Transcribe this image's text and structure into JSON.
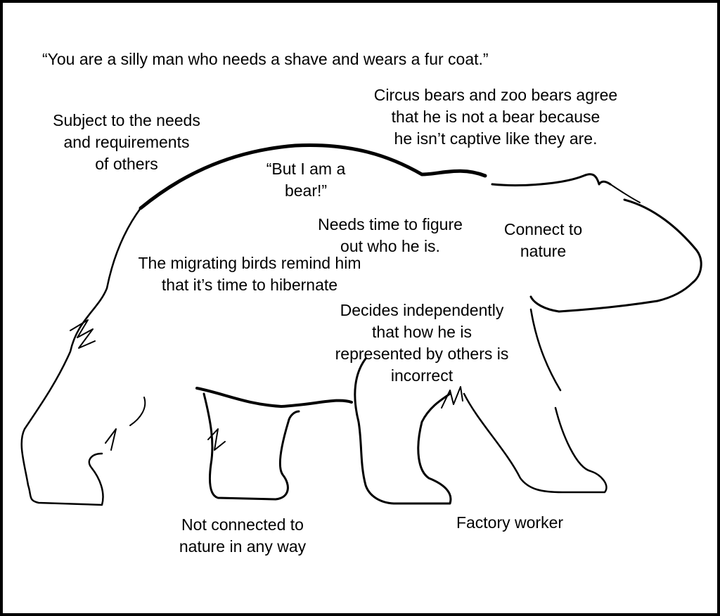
{
  "quote": "“You are a silly man who needs a shave and wears a fur coat.”",
  "labels": {
    "circus": [
      "Circus bears and zoo bears agree",
      "that he is not a bear because",
      "he isn’t captive like they are."
    ],
    "subject": [
      "Subject to the needs",
      "and requirements",
      "of others"
    ],
    "but_bear": [
      "“But I am a",
      "bear!”"
    ],
    "needs_time": [
      "Needs time to figure",
      "out who he is."
    ],
    "connect": [
      "Connect to",
      "nature"
    ],
    "migrating": [
      "The migrating birds remind him",
      "that it’s time to hibernate"
    ],
    "decides": [
      "Decides independently",
      "that how he is",
      "represented by others is",
      "incorrect"
    ],
    "not_connected": [
      "Not connected to",
      "nature in any way"
    ],
    "factory": "Factory worker"
  }
}
